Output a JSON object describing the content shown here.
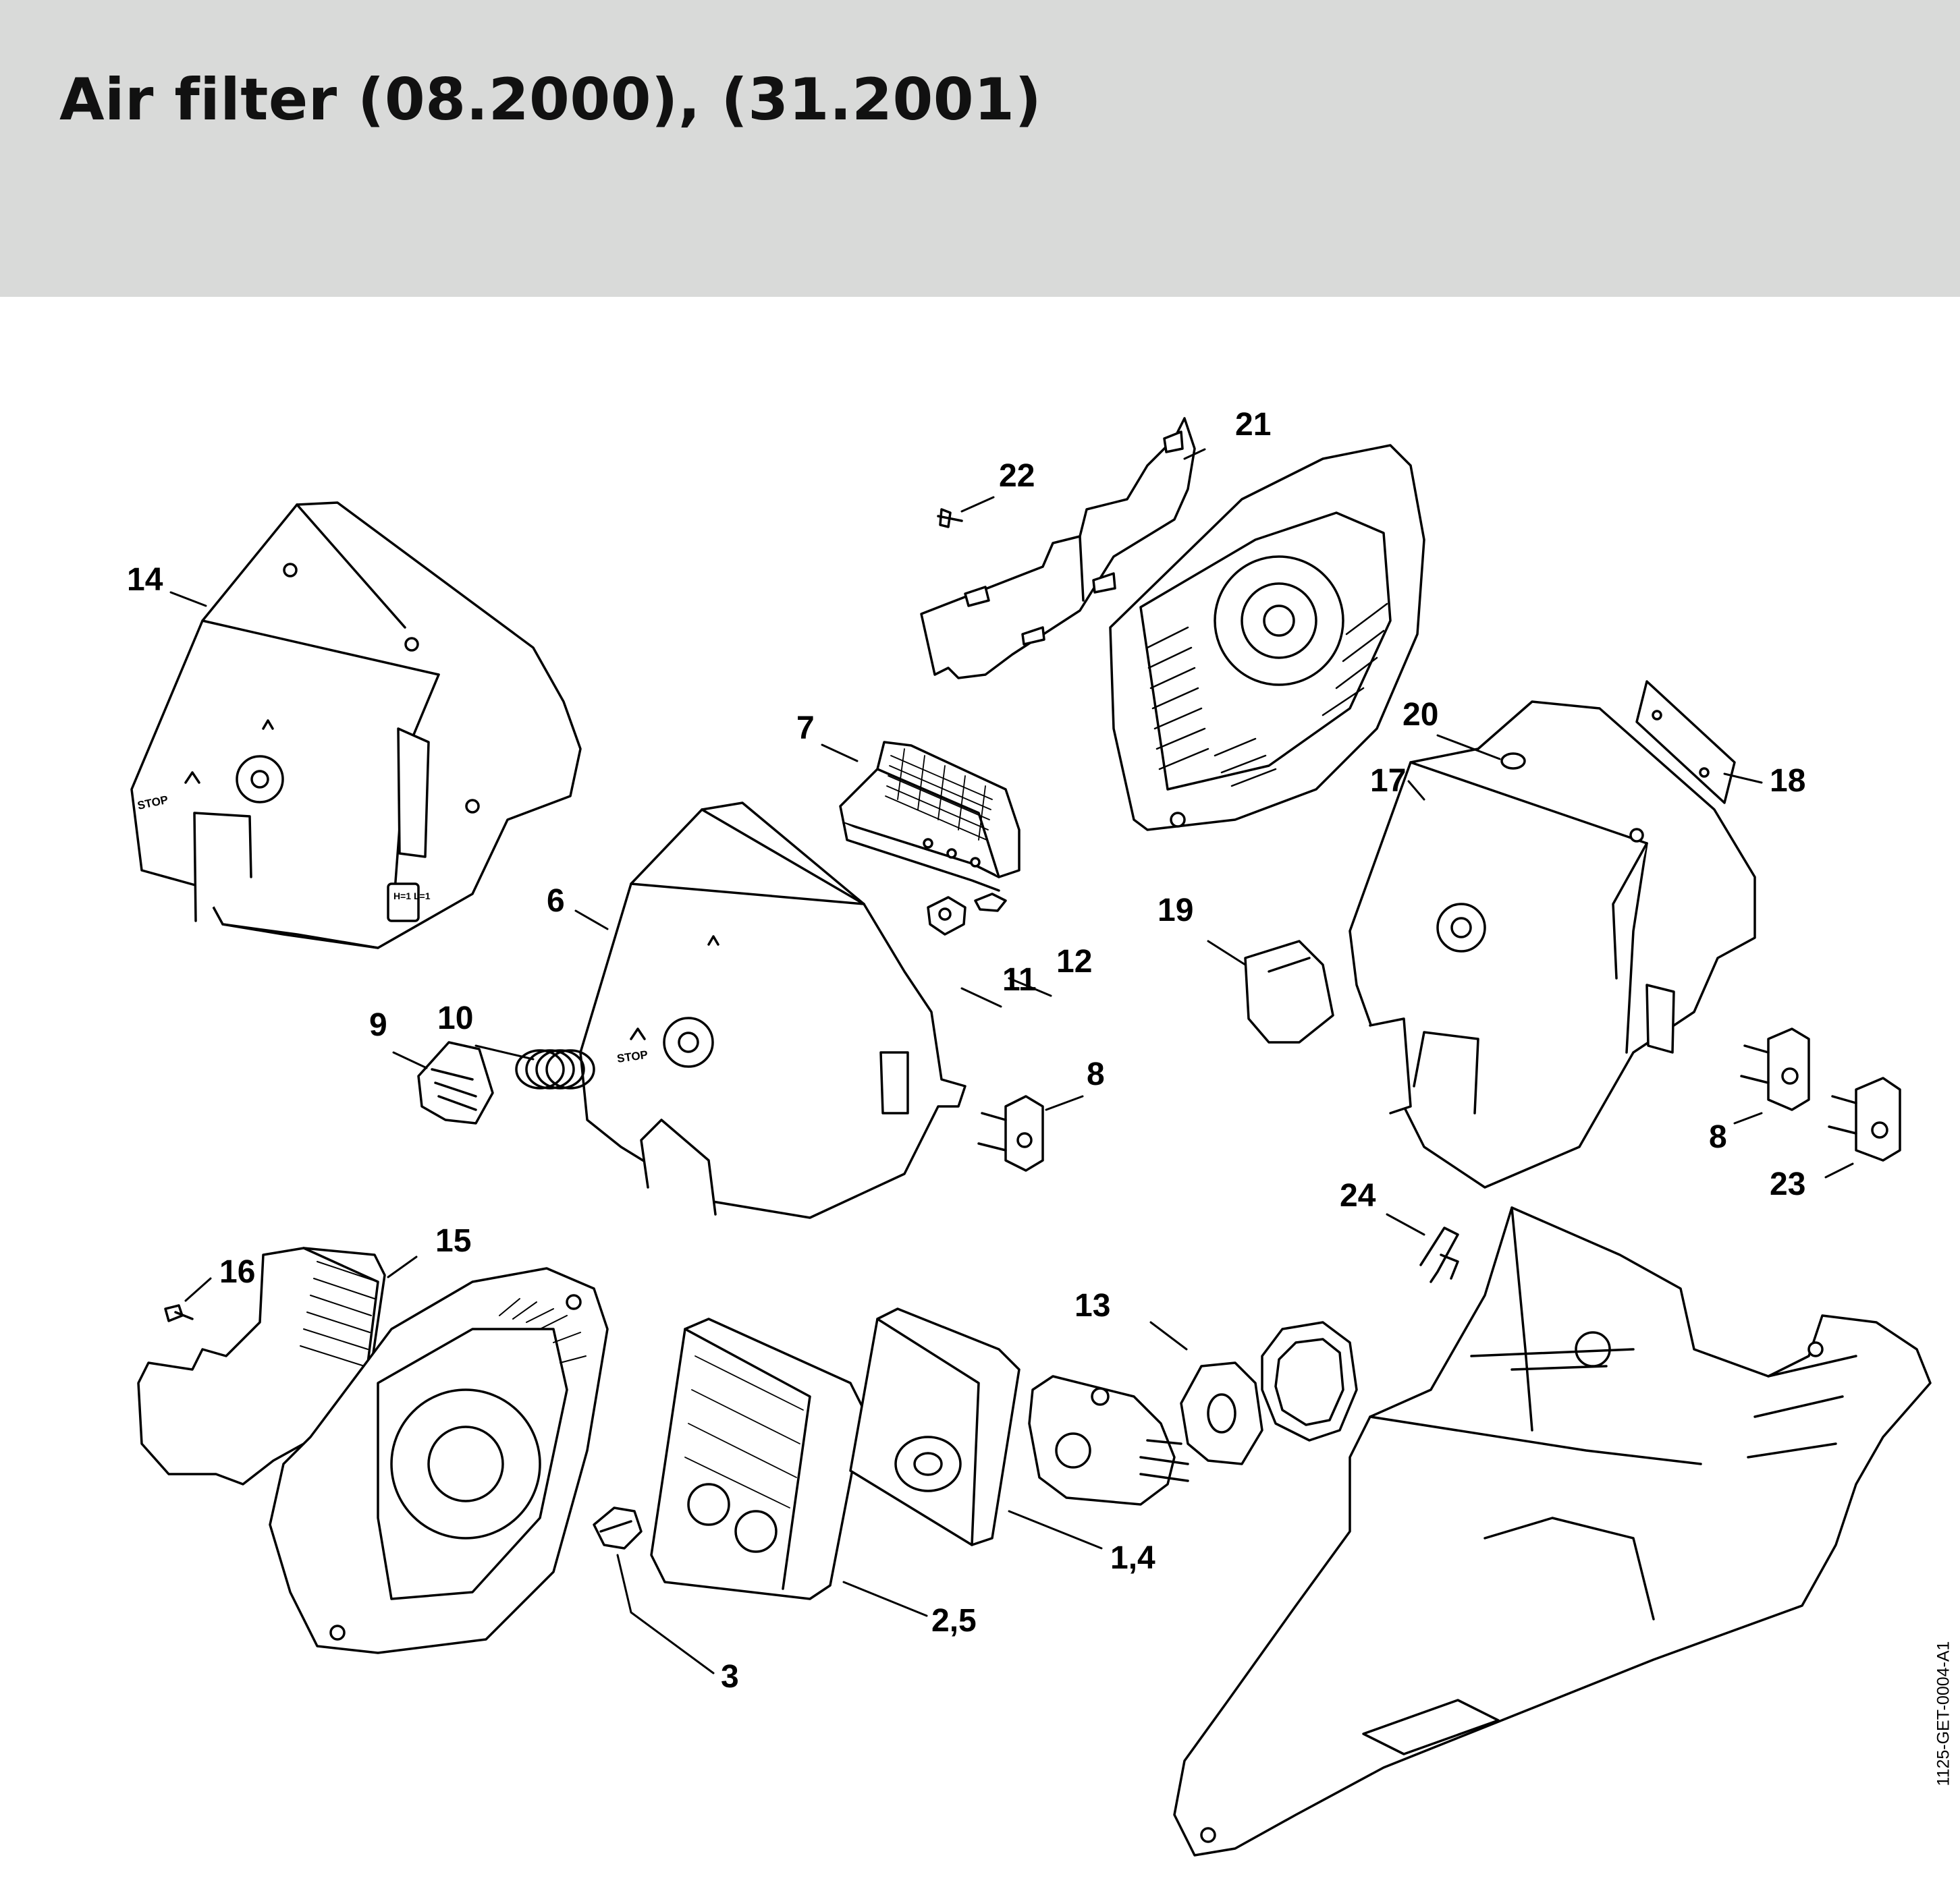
{
  "header": {
    "title": "Air filter (08.2000), (31.2001)",
    "background_color": "#d9dad9"
  },
  "diagram": {
    "drawing_code": "1125-GET-0004-A1",
    "engraved_text": {
      "stop_14": "STOP",
      "stop_6": "STOP",
      "marking_14": "H=1 L=1"
    },
    "callouts": [
      {
        "id": "c1",
        "label": "14"
      },
      {
        "id": "c2",
        "label": "22"
      },
      {
        "id": "c3",
        "label": "21"
      },
      {
        "id": "c4",
        "label": "7"
      },
      {
        "id": "c5",
        "label": "20"
      },
      {
        "id": "c6",
        "label": "18"
      },
      {
        "id": "c7",
        "label": "17"
      },
      {
        "id": "c8",
        "label": "6"
      },
      {
        "id": "c9",
        "label": "19"
      },
      {
        "id": "c10",
        "label": "12"
      },
      {
        "id": "c11",
        "label": "11"
      },
      {
        "id": "c12",
        "label": "10"
      },
      {
        "id": "c13",
        "label": "9"
      },
      {
        "id": "c14",
        "label": "8"
      },
      {
        "id": "c15",
        "label": "8"
      },
      {
        "id": "c16",
        "label": "23"
      },
      {
        "id": "c17",
        "label": "24"
      },
      {
        "id": "c18",
        "label": "15"
      },
      {
        "id": "c19",
        "label": "16"
      },
      {
        "id": "c20",
        "label": "13"
      },
      {
        "id": "c21",
        "label": "1,4"
      },
      {
        "id": "c22",
        "label": "2,5"
      },
      {
        "id": "c23",
        "label": "3"
      }
    ]
  }
}
